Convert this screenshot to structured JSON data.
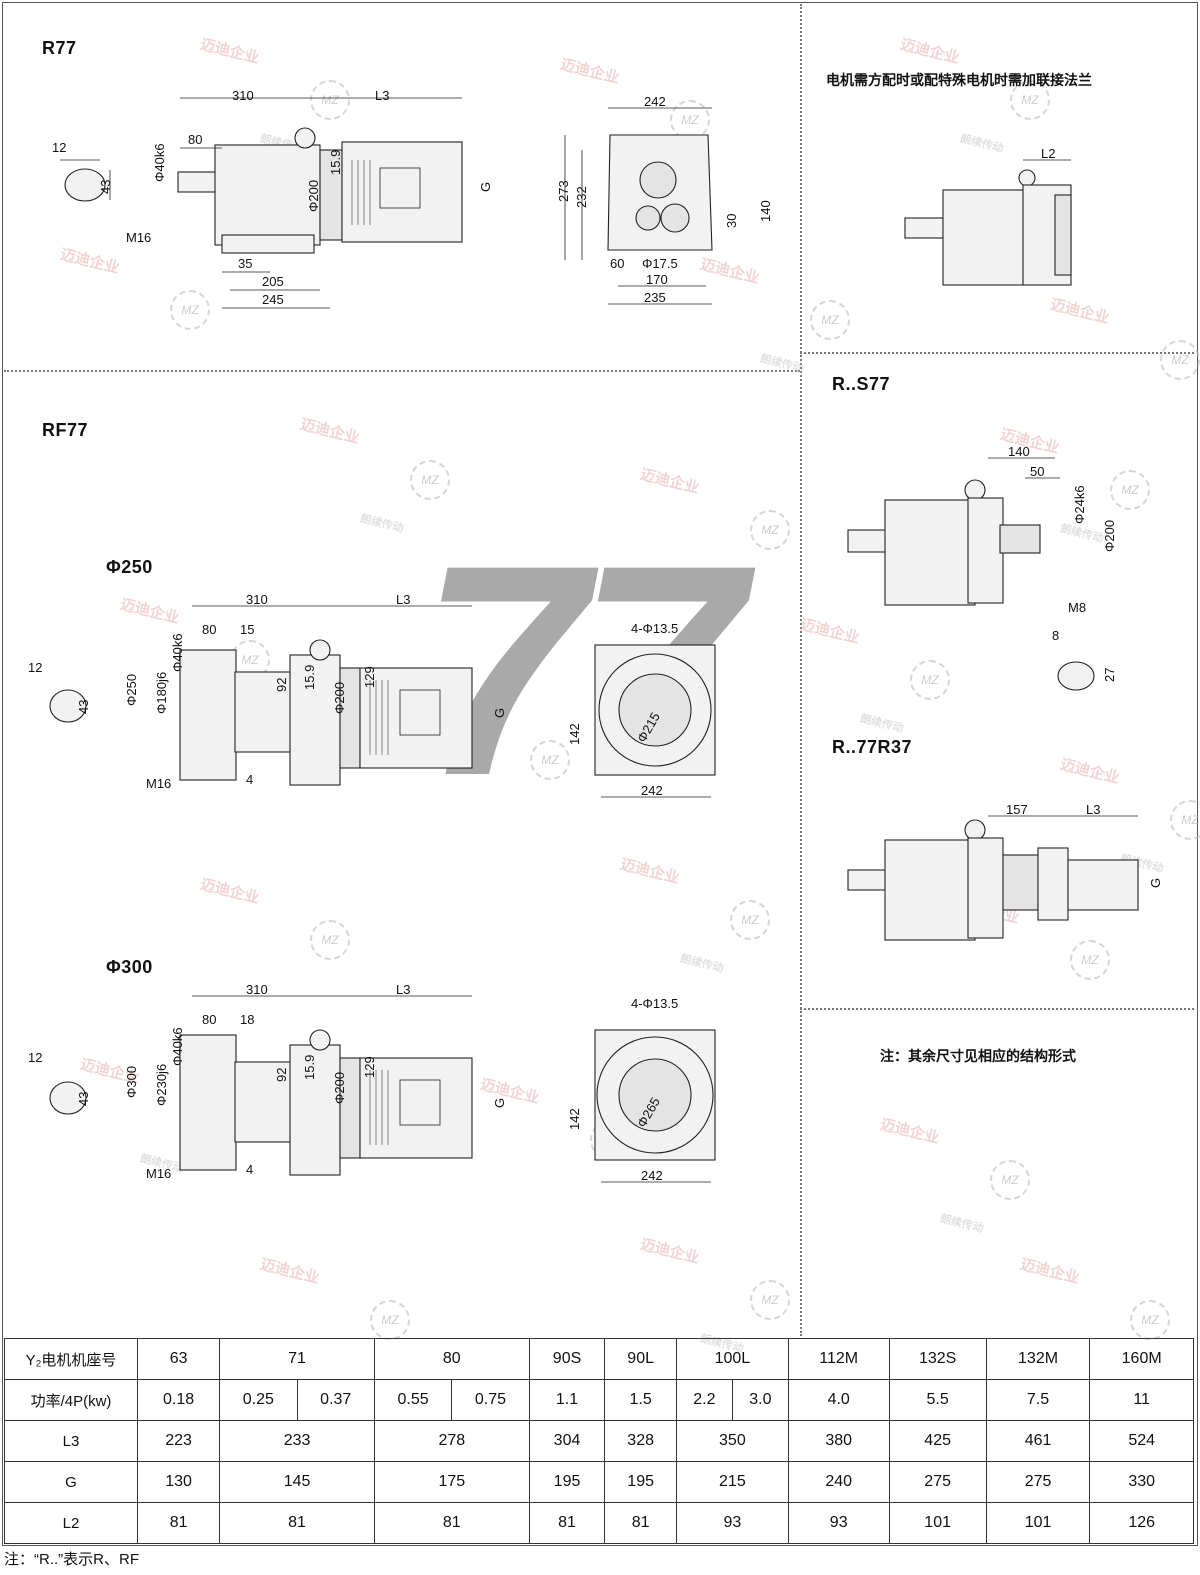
{
  "sections": {
    "r77": "R77",
    "rf77": "RF77",
    "rs77": "R..S77",
    "r77r37": "R..77R37",
    "phi250": "Φ250",
    "phi300": "Φ300",
    "big_number": "77"
  },
  "notes": {
    "flange": "电机需方配时或配特殊电机时需加联接法兰",
    "rest": "注：其余尺寸见相应的结构形式",
    "footer": "注：“R..”表示R、RF"
  },
  "watermarks": {
    "brand": "迈迪企业",
    "sub": "朗续传动",
    "logo": "MZ"
  },
  "dims": {
    "r77": {
      "d310": "310",
      "l3": "L3",
      "d80": "80",
      "d12": "12",
      "d43": "43",
      "phi40k6": "Φ40k6",
      "m16": "M16",
      "phi200": "Φ200",
      "d159": "15.9",
      "g": "G",
      "d35": "35",
      "d205": "205",
      "d245": "245",
      "d242": "242",
      "d273": "273",
      "d232": "232",
      "d30": "30",
      "d140": "140",
      "d60": "60",
      "phi175": "Φ17.5",
      "d170": "170",
      "d235": "235"
    },
    "rf250": {
      "d310": "310",
      "l3": "L3",
      "d80": "80",
      "d15": "15",
      "d12": "12",
      "d43": "43",
      "phi40k6": "Φ40k6",
      "phi250": "Φ250",
      "phi180j6": "Φ180j6",
      "d92": "92",
      "d159": "15.9",
      "phi200": "Φ200",
      "d129": "129",
      "g": "G",
      "m16": "M16",
      "d4": "4",
      "holes": "4-Φ13.5",
      "phi215": "Φ215",
      "d142": "142",
      "d242": "242"
    },
    "rf300": {
      "d310": "310",
      "l3": "L3",
      "d80": "80",
      "d18": "18",
      "d12": "12",
      "d43": "43",
      "phi40k6": "Φ40k6",
      "phi300": "Φ300",
      "phi230j6": "Φ230j6",
      "d92": "92",
      "d159": "15.9",
      "phi200": "Φ200",
      "d129": "129",
      "g": "G",
      "m16": "M16",
      "d4": "4",
      "holes": "4-Φ13.5",
      "phi265": "Φ265",
      "d142": "142",
      "d242": "242"
    },
    "l2": {
      "l2": "L2"
    },
    "rs77": {
      "d140": "140",
      "d50": "50",
      "phi24k6": "Φ24k6",
      "phi200": "Φ200",
      "m8": "M8",
      "d8": "8",
      "d27": "27"
    },
    "r77r37": {
      "d157": "157",
      "l3": "L3",
      "g": "G"
    }
  },
  "table": {
    "rows": [
      {
        "label": "Y₂电机机座号",
        "cells": [
          [
            "63"
          ],
          [
            "71"
          ],
          [
            "80"
          ],
          [
            "90S"
          ],
          [
            "90L"
          ],
          [
            "100L"
          ],
          [
            "112M"
          ],
          [
            "132S"
          ],
          [
            "132M"
          ],
          [
            "160M"
          ]
        ]
      },
      {
        "label": "功率/4P(kw)",
        "cells": [
          [
            "0.18"
          ],
          [
            "0.25",
            "0.37"
          ],
          [
            "0.55",
            "0.75"
          ],
          [
            "1.1"
          ],
          [
            "1.5"
          ],
          [
            "2.2",
            "3.0"
          ],
          [
            "4.0"
          ],
          [
            "5.5"
          ],
          [
            "7.5"
          ],
          [
            "11"
          ]
        ]
      },
      {
        "label": "L3",
        "cells": [
          [
            "223"
          ],
          [
            "233"
          ],
          [
            "278"
          ],
          [
            "304"
          ],
          [
            "328"
          ],
          [
            "350"
          ],
          [
            "380"
          ],
          [
            "425"
          ],
          [
            "461"
          ],
          [
            "524"
          ]
        ]
      },
      {
        "label": "G",
        "cells": [
          [
            "130"
          ],
          [
            "145"
          ],
          [
            "175"
          ],
          [
            "195"
          ],
          [
            "195"
          ],
          [
            "215"
          ],
          [
            "240"
          ],
          [
            "275"
          ],
          [
            "275"
          ],
          [
            "330"
          ]
        ]
      },
      {
        "label": "L2",
        "cells": [
          [
            "81"
          ],
          [
            "81"
          ],
          [
            "81"
          ],
          [
            "81"
          ],
          [
            "81"
          ],
          [
            "93"
          ],
          [
            "93"
          ],
          [
            "101"
          ],
          [
            "101"
          ],
          [
            "126"
          ]
        ]
      }
    ]
  }
}
